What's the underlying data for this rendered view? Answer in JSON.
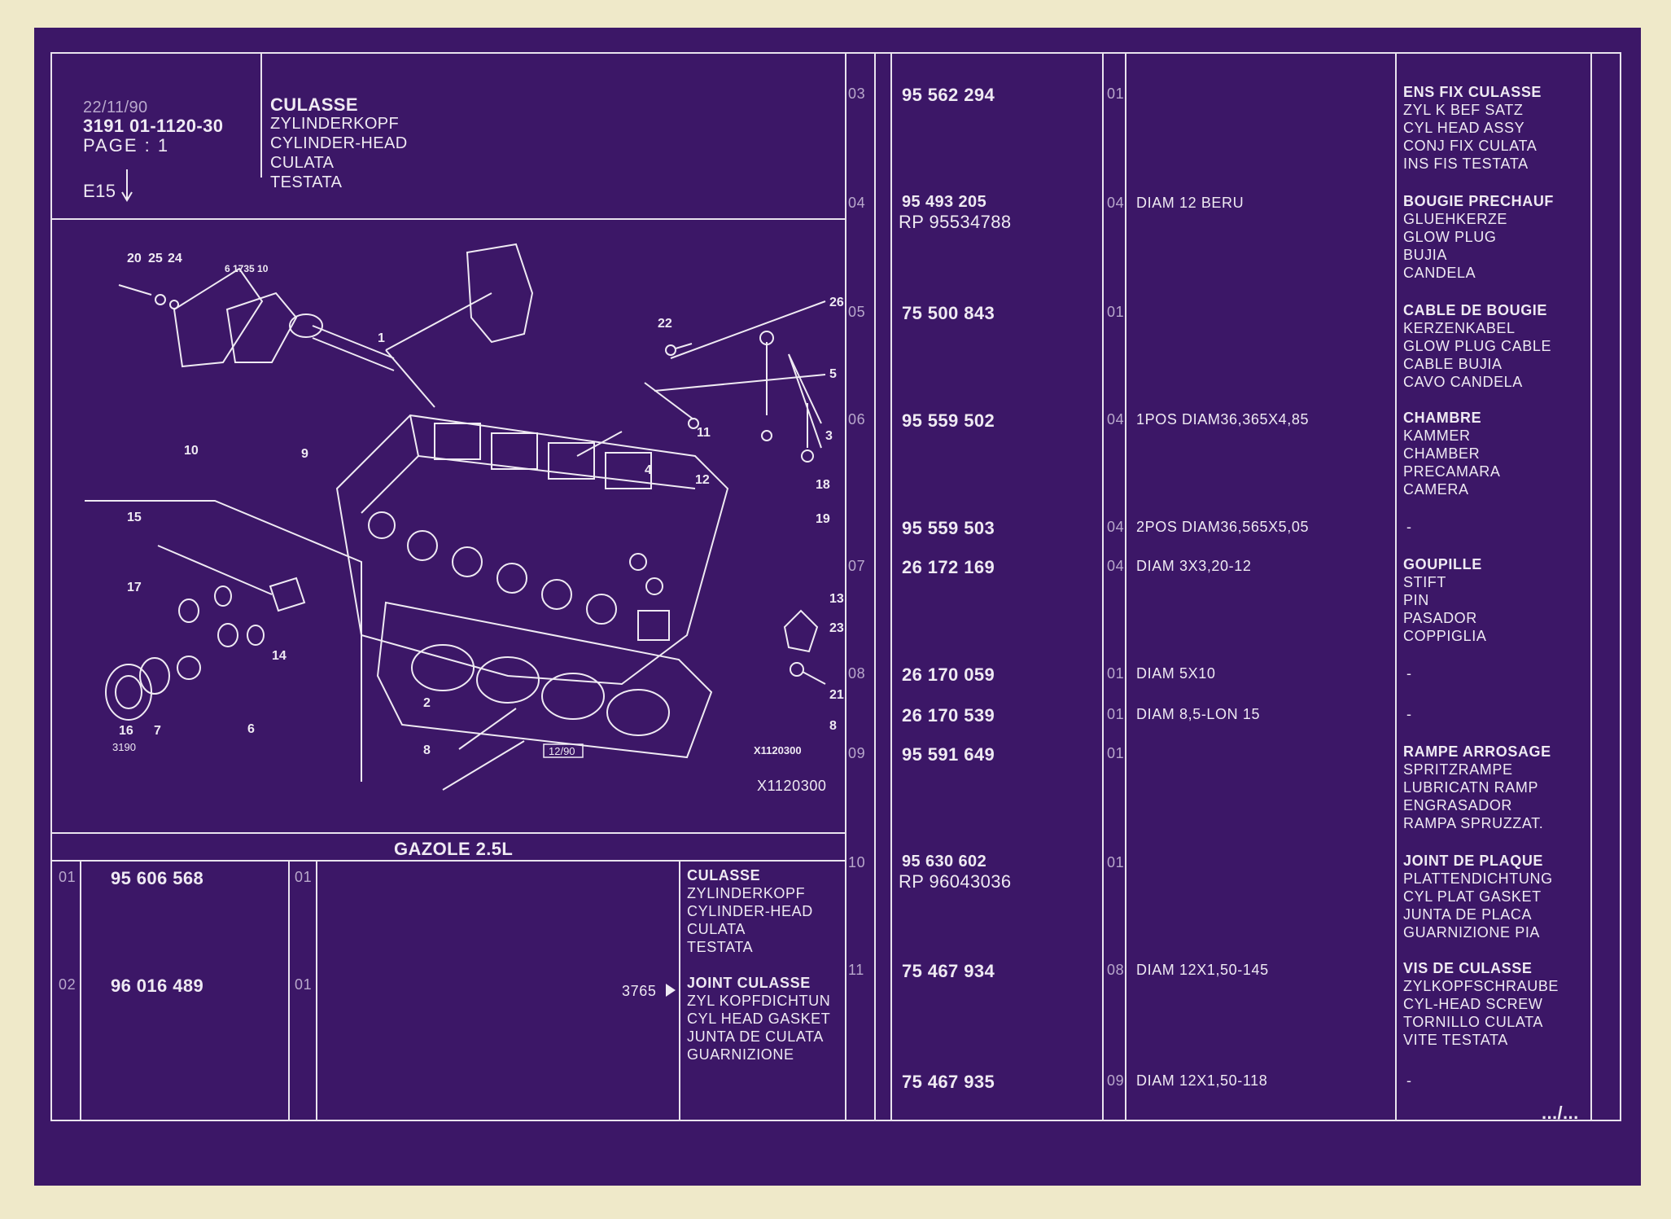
{
  "header": {
    "date": "22/11/90",
    "ref_line": "3191  01-1120-30",
    "page": "PAGE : 1",
    "section": "E15",
    "title": "CULASSE",
    "translations": [
      "ZYLINDERKOPF",
      "CYLINDER-HEAD",
      "CULATA",
      "TESTATA"
    ]
  },
  "diagram": {
    "code": "X1120300",
    "code_caption": "X1120300",
    "page_ref": "3190",
    "date_box": "12/90",
    "callouts": [
      "20",
      "25",
      "24",
      "6 1735 10",
      "1",
      "22",
      "26",
      "5",
      "10",
      "9",
      "4",
      "11",
      "3",
      "12",
      "18",
      "19",
      "15",
      "17",
      "14",
      "13",
      "23",
      "16",
      "7",
      "6",
      "2",
      "21",
      "8",
      "8"
    ]
  },
  "engine_label": "GAZOLE 2.5L",
  "left_table": [
    {
      "item": "01",
      "part": "95 606 568",
      "qty": "01",
      "ref": "",
      "lines": [
        "CULASSE",
        "ZYLINDERKOPF",
        "CYLINDER-HEAD",
        "CULATA",
        "TESTATA"
      ]
    },
    {
      "item": "02",
      "part": "96 016 489",
      "qty": "01",
      "ref": "3765",
      "lines": [
        "JOINT CULASSE",
        "ZYL KOPFDICHTUN",
        "CYL HEAD GASKET",
        "JUNTA DE CULATA",
        "GUARNIZIONE"
      ]
    }
  ],
  "right_table": [
    {
      "item": "03",
      "part": "95 562 294",
      "rp": "",
      "qty": "01",
      "spec": "",
      "lines": [
        "ENS FIX CULASSE",
        "ZYL K BEF SATZ",
        "CYL HEAD ASSY",
        "CONJ FIX CULATA",
        "INS FIS TESTATA"
      ]
    },
    {
      "item": "04",
      "part": "95 493 205",
      "rp": "RP  95534788",
      "qty": "04",
      "spec": "DIAM 12 BERU",
      "lines": [
        "BOUGIE PRECHAUF",
        "GLUEHKERZE",
        "GLOW PLUG",
        "BUJIA",
        "CANDELA"
      ]
    },
    {
      "item": "05",
      "part": "75 500 843",
      "rp": "",
      "qty": "01",
      "spec": "",
      "lines": [
        "CABLE DE BOUGIE",
        "KERZENKABEL",
        "GLOW PLUG CABLE",
        "CABLE BUJIA",
        "CAVO CANDELA"
      ]
    },
    {
      "item": "06",
      "part": "95 559 502",
      "rp": "",
      "qty": "04",
      "spec": "1POS DIAM36,365X4,85",
      "lines": [
        "CHAMBRE",
        "KAMMER",
        "CHAMBER",
        "PRECAMARA",
        "CAMERA"
      ]
    },
    {
      "item": "",
      "part": "95 559 503",
      "rp": "",
      "qty": "04",
      "spec": "2POS DIAM36,565X5,05",
      "lines": [
        "-"
      ]
    },
    {
      "item": "07",
      "part": "26 172 169",
      "rp": "",
      "qty": "04",
      "spec": "DIAM 3X3,20-12",
      "lines": [
        "GOUPILLE",
        "STIFT",
        "PIN",
        "PASADOR",
        "COPPIGLIA"
      ]
    },
    {
      "item": "08",
      "part": "26 170 059",
      "rp": "",
      "qty": "01",
      "spec": "DIAM 5X10",
      "lines": [
        "-"
      ]
    },
    {
      "item": "",
      "part": "26 170 539",
      "rp": "",
      "qty": "01",
      "spec": "DIAM 8,5-LON 15",
      "lines": [
        "-"
      ]
    },
    {
      "item": "09",
      "part": "95 591 649",
      "rp": "",
      "qty": "01",
      "spec": "",
      "lines": [
        "RAMPE ARROSAGE",
        "SPRITZRAMPE",
        "LUBRICATN RAMP",
        "ENGRASADOR",
        "RAMPA SPRUZZAT."
      ]
    },
    {
      "item": "10",
      "part": "95 630 602",
      "rp": "RP  96043036",
      "qty": "01",
      "spec": "",
      "lines": [
        "JOINT DE PLAQUE",
        "PLATTENDICHTUNG",
        "CYL PLAT GASKET",
        "JUNTA DE PLACA",
        "GUARNIZIONE PIA"
      ]
    },
    {
      "item": "11",
      "part": "75 467 934",
      "rp": "",
      "qty": "08",
      "spec": "DIAM 12X1,50-145",
      "lines": [
        "VIS DE CULASSE",
        "ZYLKOPFSCHRAUBE",
        "CYL-HEAD SCREW",
        "TORNILLO CULATA",
        "VITE TESTATA"
      ]
    },
    {
      "item": "",
      "part": "75 467 935",
      "rp": "",
      "qty": "09",
      "spec": "DIAM 12X1,50-118",
      "lines": [
        "-"
      ]
    }
  ],
  "continuation": ".../..."
}
